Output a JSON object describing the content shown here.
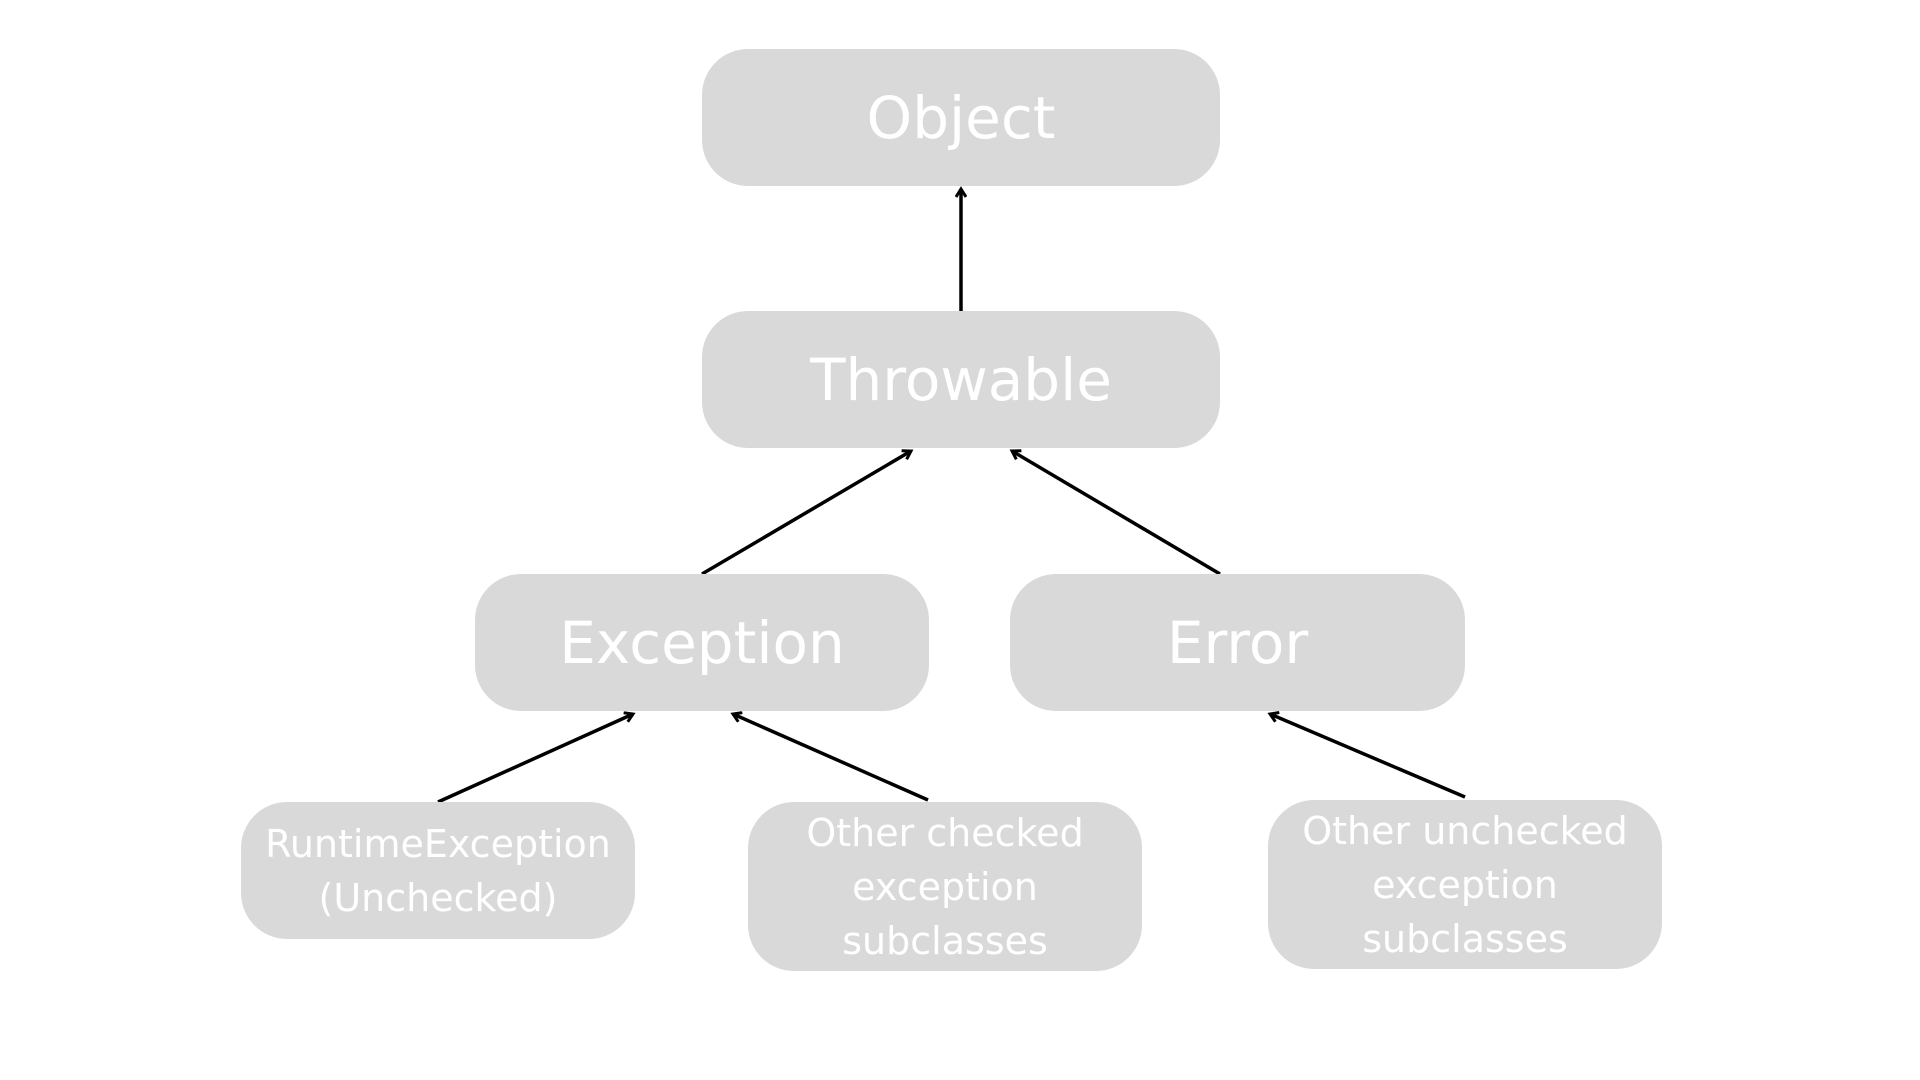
{
  "nodes": {
    "object": "Object",
    "throwable": "Throwable",
    "exception": "Exception",
    "error": "Error",
    "runtime_exception": "RuntimeException\n(Unchecked)",
    "other_checked": "Other checked\nexception\nsubclasses",
    "other_unchecked": "Other unchecked\nexception\nsubclasses"
  },
  "colors": {
    "node_fill": "#d9d9d9",
    "node_text": "#ffffff",
    "arrow": "#000000"
  }
}
